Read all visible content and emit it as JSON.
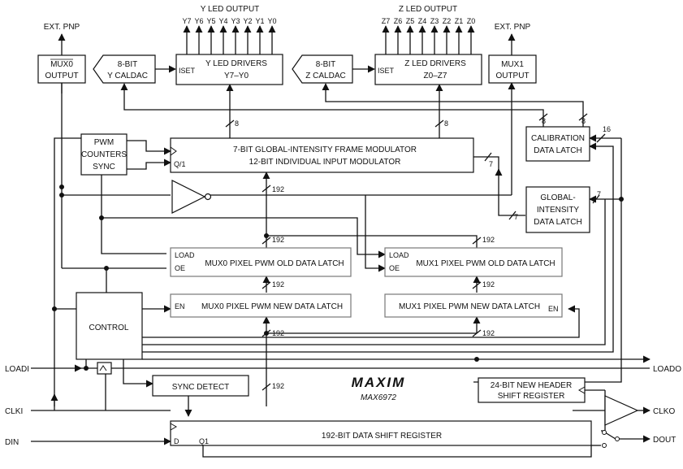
{
  "labels": {
    "ext_pnp_left": "EXT. PNP",
    "ext_pnp_right": "EXT. PNP",
    "y_led_output": "Y LED OUTPUT",
    "z_led_output": "Z LED OUTPUT",
    "y_pins": [
      "Y7",
      "Y6",
      "Y5",
      "Y4",
      "Y3",
      "Y2",
      "Y1",
      "Y0"
    ],
    "z_pins": [
      "Z7",
      "Z6",
      "Z5",
      "Z4",
      "Z3",
      "Z2",
      "Z1",
      "Z0"
    ]
  },
  "blocks": {
    "mux0_output": [
      "MUX0",
      "OUTPUT"
    ],
    "y_caldac": [
      "8-BIT",
      "Y CALDAC"
    ],
    "y_led_drivers": [
      "Y LED DRIVERS",
      "Y7–Y0"
    ],
    "iset": "ISET",
    "z_caldac": [
      "8-BIT",
      "Z CALDAC"
    ],
    "z_led_drivers": [
      "Z LED DRIVERS",
      "Z0–Z7"
    ],
    "mux1_output": [
      "MUX1",
      "OUTPUT"
    ],
    "pwm_counters": [
      "PWM",
      "COUNTERS",
      "SYNC"
    ],
    "frame_modulator": [
      "7-BIT GLOBAL-INTENSITY FRAME MODULATOR",
      "12-BIT INDIVIDUAL INPUT MODULATOR"
    ],
    "q_bar_one": "Q/1",
    "calibration_latch": [
      "CALIBRATION",
      "DATA LATCH"
    ],
    "global_intensity_latch": [
      "GLOBAL-",
      "INTENSITY",
      "DATA LATCH"
    ],
    "mux0_old_latch": "MUX0 PIXEL PWM OLD DATA LATCH",
    "mux1_old_latch": "MUX1 PIXEL PWM OLD DATA LATCH",
    "mux0_new_latch": "MUX0 PIXEL PWM NEW DATA LATCH",
    "mux1_new_latch": "MUX1 PIXEL PWM NEW DATA LATCH",
    "load": "LOAD",
    "oe": "OE",
    "en": "EN",
    "control": "CONTROL",
    "sync_detect": "SYNC DETECT",
    "header_shift": [
      "24-BIT NEW HEADER",
      "SHIFT REGISTER"
    ],
    "data_shift": "192-BIT DATA SHIFT REGISTER",
    "d": "D",
    "q1": "Q1"
  },
  "bus_widths": {
    "y_drivers": "8",
    "z_drivers": "8",
    "cal_y": "8",
    "cal_z": "8",
    "cal_in": "16",
    "mod_out": "7",
    "gi_in": "7",
    "gi_out": "7",
    "mod_in": "192",
    "mux0_old_in": "192",
    "mux0_new_in": "192",
    "mux0_from_sr": "192",
    "mux1_old_in": "192",
    "mux1_new_in": "192",
    "mux1_from_sr": "192",
    "sr_out": "192"
  },
  "pins": {
    "loadi": "LOADI",
    "loado": "LOADO",
    "clki": "CLKI",
    "clko": "CLKO",
    "din": "DIN",
    "dout": "DOUT"
  },
  "logo": {
    "brand": "MAXIM",
    "part": "MAX6972"
  }
}
